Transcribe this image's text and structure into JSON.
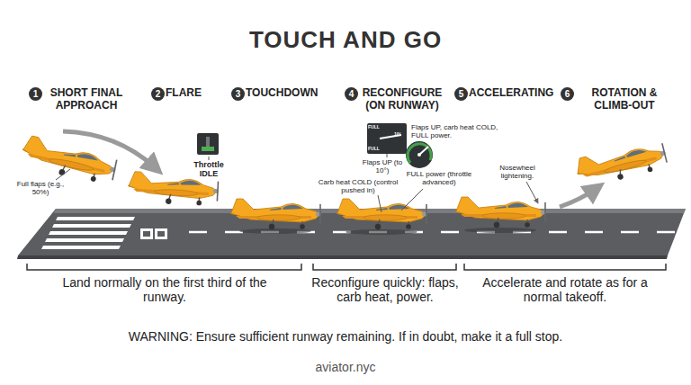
{
  "diagram": {
    "title": "TOUCH AND GO",
    "labels": [
      "1",
      "SHORT FINAL APPROACH",
      "2",
      "FLARE",
      "3",
      "TOUCHDOWN",
      "4",
      "RECONFIGURE (ON RUNWAY)",
      "5",
      "ACCELERATING",
      "6",
      "ROTATION & CLIMB-OUT",
      "Full flaps (e.g., 50%)",
      "Throttle IDLE",
      "FULL",
      "10°",
      "FULL",
      "Flaps UP, carb heat COLD, FULL power.",
      "Flaps UP (to 10°)",
      "Carb heat COLD (control pushed in)",
      "FULL power (throttle advanced)",
      "Nosewheel lightening.",
      "Land normally on the first third of the runway.",
      "Reconfigure quickly: flaps, carb heat, power.",
      "Accelerate and rotate as for a normal takeoff.",
      "WARNING: Ensure sufficient runway remaining. If in doubt, make it a full stop.",
      "aviator.nyc"
    ]
  }
}
